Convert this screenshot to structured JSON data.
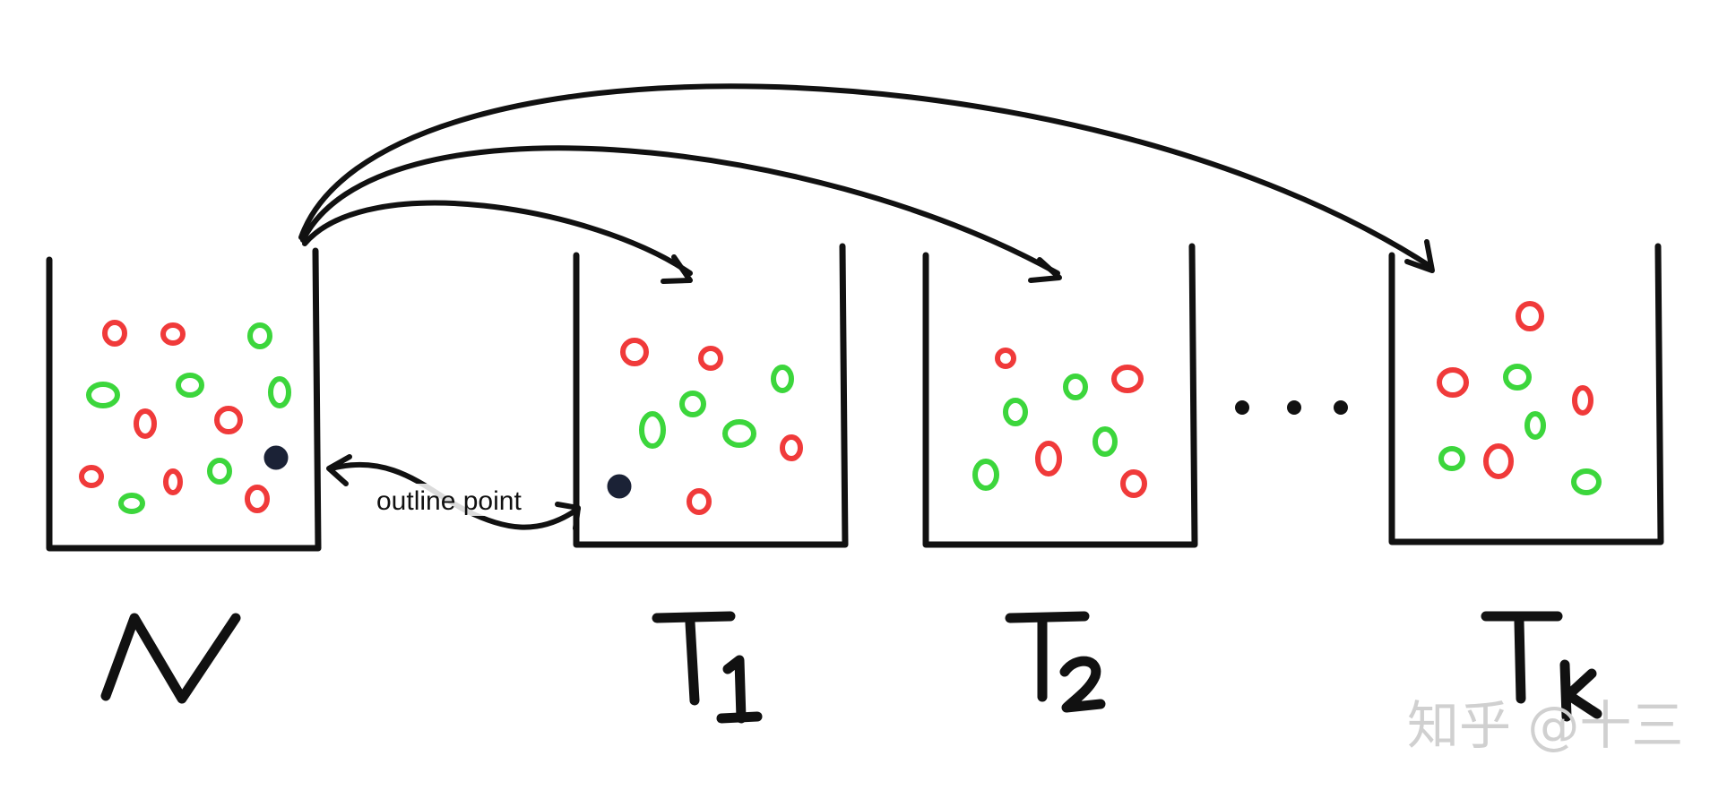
{
  "annotation": {
    "outlier_label": "outline point"
  },
  "watermark": {
    "text": "知乎 @十三"
  },
  "ellipsis": {
    "text": "..."
  },
  "buckets": [
    {
      "id": "N",
      "label_glyph": "N"
    },
    {
      "id": "T1",
      "label_glyph": "T1"
    },
    {
      "id": "T2",
      "label_glyph": "T2"
    },
    {
      "id": "Tk",
      "label_glyph": "Tk"
    }
  ],
  "colors": {
    "red_point": "#f03a3a",
    "green_point": "#3cd63c",
    "outlier_point": "#1b2236",
    "ink": "#111111",
    "watermark": "#d0d0d0"
  },
  "icons": {
    "red-point": "hand-drawn red ring",
    "green-point": "hand-drawn green ring",
    "outlier-point": "filled dark-navy dot",
    "arrow": "curved arrow"
  }
}
